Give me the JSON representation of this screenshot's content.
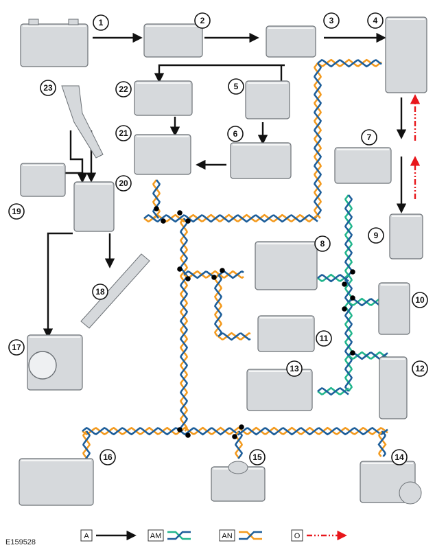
{
  "figure_id": "E159528",
  "colors": {
    "orange": "#F39A1E",
    "blue": "#1D5E9A",
    "green": "#21B58C",
    "arrow": "#111111",
    "red_dashed": "#E8161B",
    "component_fill": "#d6d9dc",
    "component_stroke": "#6b7075"
  },
  "components": [
    {
      "number": "1",
      "icon": "battery-icon"
    },
    {
      "number": "2",
      "icon": "fuse-module-icon"
    },
    {
      "number": "3",
      "icon": "control-module-icon"
    },
    {
      "number": "4",
      "icon": "junction-box-icon"
    },
    {
      "number": "5",
      "icon": "control-module-icon"
    },
    {
      "number": "6",
      "icon": "control-module-icon"
    },
    {
      "number": "7",
      "icon": "steering-column-switch-icon"
    },
    {
      "number": "8",
      "icon": "control-module-icon"
    },
    {
      "number": "9",
      "icon": "selector-knob-icon"
    },
    {
      "number": "10",
      "icon": "actuator-icon"
    },
    {
      "number": "11",
      "icon": "display-module-icon"
    },
    {
      "number": "12",
      "icon": "actuator-icon"
    },
    {
      "number": "13",
      "icon": "switch-pack-icon"
    },
    {
      "number": "14",
      "icon": "abs-module-icon"
    },
    {
      "number": "15",
      "icon": "selector-knob-icon"
    },
    {
      "number": "16",
      "icon": "valve-body-icon"
    },
    {
      "number": "17",
      "icon": "throttle-body-icon"
    },
    {
      "number": "18",
      "icon": "injector-icon"
    },
    {
      "number": "19",
      "icon": "sensor-icon"
    },
    {
      "number": "20",
      "icon": "ecm-icon"
    },
    {
      "number": "21",
      "icon": "control-module-icon"
    },
    {
      "number": "22",
      "icon": "control-module-icon"
    },
    {
      "number": "23",
      "icon": "pedal-icon"
    }
  ],
  "legend": [
    {
      "key": "A",
      "type": "hardwired-arrow"
    },
    {
      "key": "AM",
      "type": "green-blue-bus"
    },
    {
      "key": "AN",
      "type": "orange-blue-bus"
    },
    {
      "key": "O",
      "type": "red-dashed-arrow"
    }
  ]
}
